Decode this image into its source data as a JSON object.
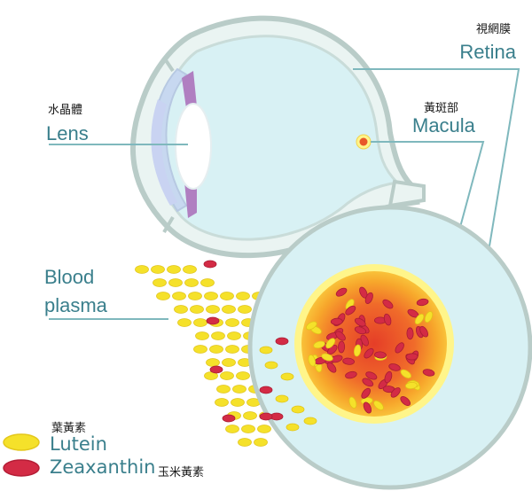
{
  "labels": {
    "retina_en": "Retina",
    "retina_zh": "視網膜",
    "macula_en": "Macula",
    "macula_zh": "黃斑部",
    "lens_en": "Lens",
    "lens_zh": "水晶體",
    "blood_line1": "Blood",
    "blood_line2": "plasma"
  },
  "legend": [
    {
      "name_en": "Lutein",
      "name_zh": "葉黃素",
      "color": "#f5e12a"
    },
    {
      "name_en": "Zeaxanthin",
      "name_zh": "玉米黃素",
      "color": "#d32b45"
    }
  ],
  "colors": {
    "label_blue": "#3a7f8c",
    "eye_fill": "#d8f1f4",
    "eye_outline": "#b9ccc8",
    "lutein": "#f5e12a",
    "zeaxanthin": "#d32b45",
    "macula_ring": "#fff58a",
    "macula_orange": "#f39c23",
    "macula_red": "#e8582a",
    "cornea": "#c7d8f0",
    "iris": "#b07fc1",
    "pointer_line": "#7fb8bd"
  }
}
